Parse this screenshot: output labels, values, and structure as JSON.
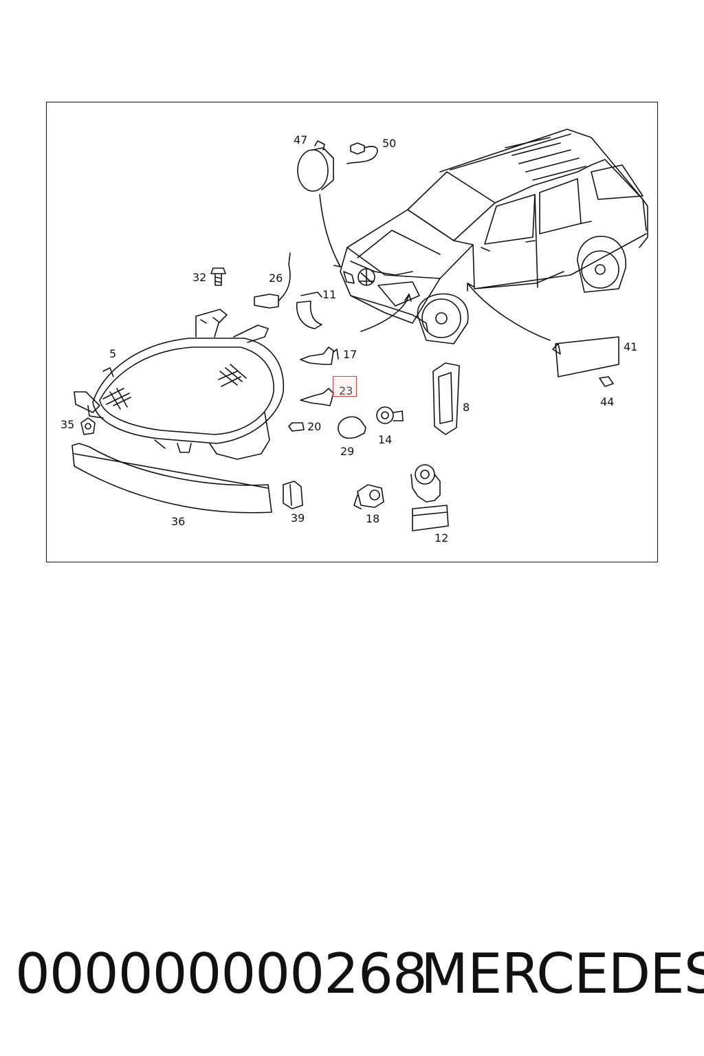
{
  "diagram": {
    "part_labels": {
      "p47": "47",
      "p50": "50",
      "p32": "32",
      "p26": "26",
      "p11": "11",
      "p5": "5",
      "p17": "17",
      "p41": "41",
      "p23": "23",
      "p44": "44",
      "p8": "8",
      "p35": "35",
      "p20": "20",
      "p14": "14",
      "p29": "29",
      "p36": "36",
      "p39": "39",
      "p18": "18",
      "p12": "12"
    },
    "highlighted_part": "23",
    "highlight_color": "#e03a3a"
  },
  "footer": {
    "part_number": "000000000268",
    "brand": "MERCEDES"
  }
}
